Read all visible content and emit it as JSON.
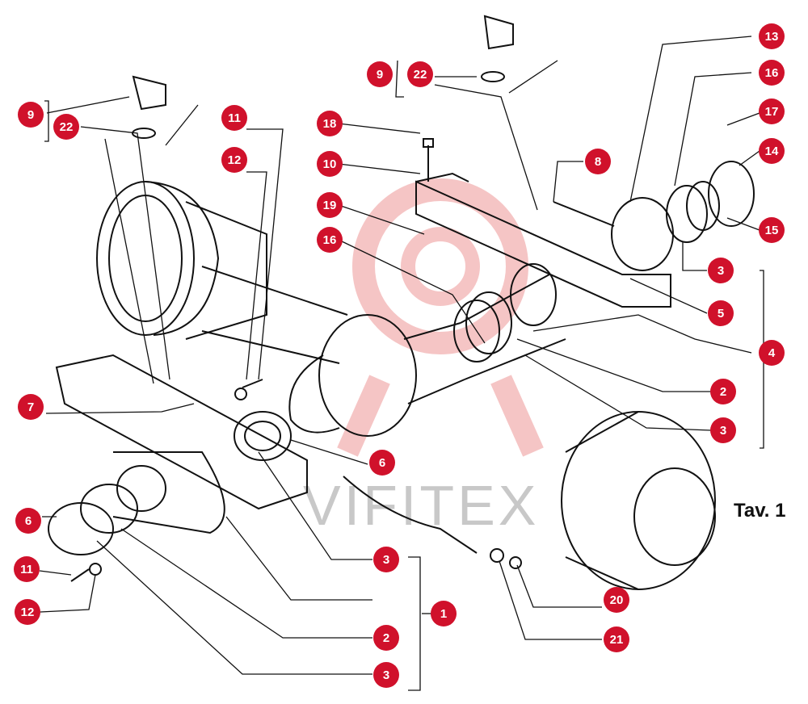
{
  "title": "Tav. 1",
  "watermark": "VIFITEX",
  "colors": {
    "callout": "#d0112b",
    "watermark_logo": "#f3b7b7",
    "line": "#111111"
  },
  "callouts": [
    "13",
    "9",
    "22",
    "16",
    "17",
    "14",
    "15",
    "18",
    "10",
    "8",
    "19",
    "16",
    "3",
    "5",
    "4",
    "2",
    "3",
    "9",
    "22",
    "11",
    "12",
    "7",
    "6",
    "6",
    "11",
    "12",
    "3",
    "1",
    "2",
    "3",
    "20",
    "21"
  ]
}
